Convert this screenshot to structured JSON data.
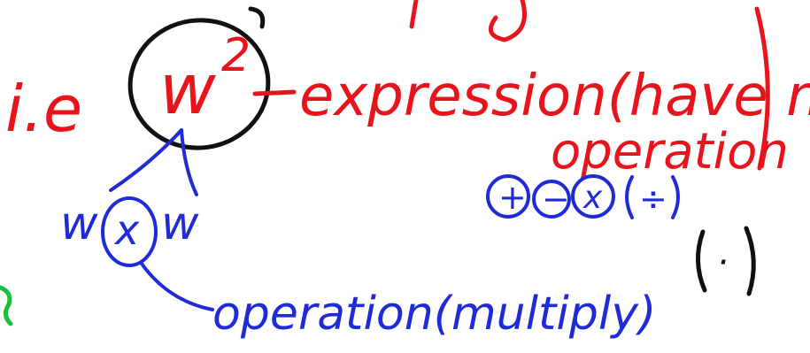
{
  "colors": {
    "red_ink": "#e8141c",
    "blue_ink": "#1f2bd6",
    "black_ink": "#111111",
    "green_ink": "#18c13a"
  },
  "red_notes": {
    "prefix": "i.e",
    "term_base": "w",
    "term_exponent": "2",
    "dash": "–",
    "expression_label": "expression(have math",
    "operation_label": "operation"
  },
  "blue_notes": {
    "left_operand": "w",
    "operator": "x",
    "right_operand": "w",
    "operation_label": "operation(multiply)",
    "op_plus": "+",
    "op_minus": "−",
    "op_times": "x",
    "op_divide": "÷"
  },
  "black_notes": {
    "dot_symbol": "·"
  }
}
